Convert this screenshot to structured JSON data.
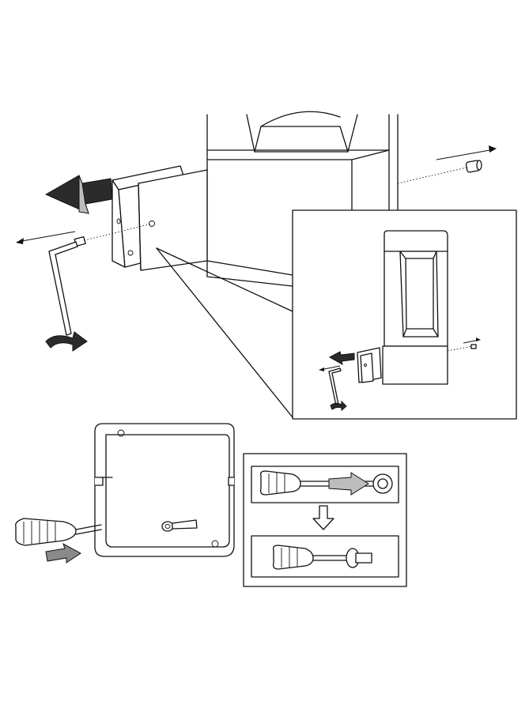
{
  "figure": {
    "panels": [
      {
        "id": "remove-housing",
        "description_visible_text": ""
      },
      {
        "id": "inset-overview"
      },
      {
        "id": "screwdriver-adjust"
      },
      {
        "id": "screw-inset"
      }
    ]
  },
  "colors": {
    "line": "#111111",
    "arrow_dark": "#2b2b2b",
    "arrow_grey": "#8a8a8a",
    "background": "#ffffff"
  },
  "icons": [
    "allen-key-icon",
    "screwdriver-icon",
    "grub-screw-icon",
    "arrow-icon"
  ]
}
